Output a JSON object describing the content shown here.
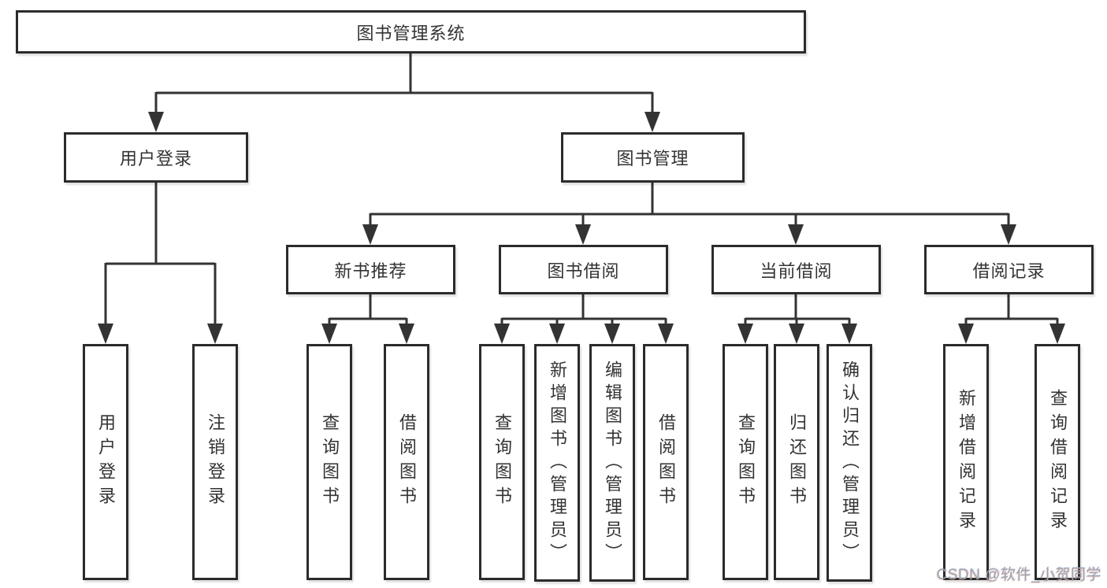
{
  "nodes": {
    "root": {
      "label": "图书管理系统"
    },
    "user_login": {
      "label": "用户登录"
    },
    "book_mgmt": {
      "label": "图书管理"
    },
    "new_book_rec": {
      "label": "新书推荐"
    },
    "book_borrow": {
      "label": "图书借阅"
    },
    "current_borrow": {
      "label": "当前借阅"
    },
    "borrow_records": {
      "label": "借阅记录"
    },
    "leaf_user_login": {
      "label": "用户登录"
    },
    "leaf_logout": {
      "label": "注销登录"
    },
    "leaf_query_book_1": {
      "label": "查询图书"
    },
    "leaf_borrow_book_1": {
      "label": "借阅图书"
    },
    "leaf_query_book_2": {
      "label": "查询图书"
    },
    "leaf_add_book": {
      "label": "新增图书（管理员）"
    },
    "leaf_edit_book": {
      "label": "编辑图书（管理员）"
    },
    "leaf_borrow_book_2": {
      "label": "借阅图书"
    },
    "leaf_query_book_3": {
      "label": "查询图书"
    },
    "leaf_return_book": {
      "label": "归还图书"
    },
    "leaf_confirm_return": {
      "label": "确认归还（管理员）"
    },
    "leaf_add_borrow_record": {
      "label": "新增借阅记录"
    },
    "leaf_query_borrow_record": {
      "label": "查询借阅记录"
    }
  },
  "watermark": {
    "text": "CSDN @软件_小贺同学"
  },
  "colors": {
    "line": "#333333",
    "box_border": "#2b2b2b",
    "text": "#333333",
    "watermark": "#a0a3a7",
    "background": "#ffffff"
  }
}
